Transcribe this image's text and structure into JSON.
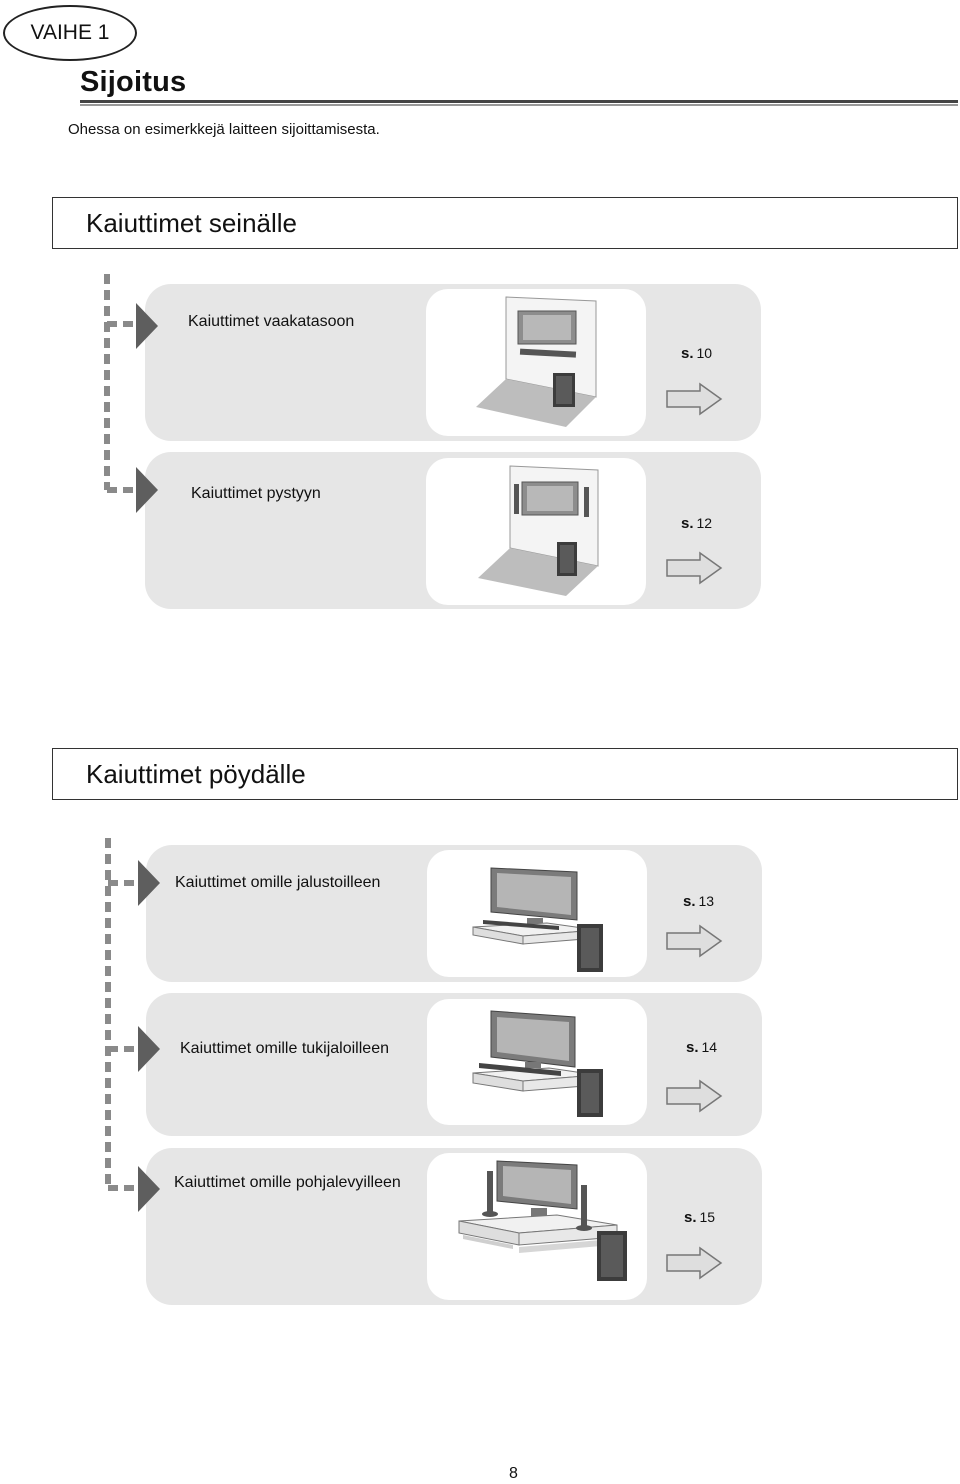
{
  "header": {
    "step_badge": "VAIHE 1",
    "title": "Sijoitus",
    "intro": "Ohessa on esimerkkejä laitteen sijoittamisesta."
  },
  "sections": [
    {
      "heading": "Kaiuttimet seinälle",
      "options": [
        {
          "label": "Kaiuttimet vaakatasoon",
          "page_prefix": "s.",
          "page": "10"
        },
        {
          "label": "Kaiuttimet pystyyn",
          "page_prefix": "s.",
          "page": "12"
        }
      ]
    },
    {
      "heading": "Kaiuttimet pöydälle",
      "options": [
        {
          "label": "Kaiuttimet omille jalustoilleen",
          "page_prefix": "s.",
          "page": "13"
        },
        {
          "label": "Kaiuttimet omille tukijaloilleen",
          "page_prefix": "s.",
          "page": "14"
        },
        {
          "label": "Kaiuttimet omille pohjalevyilleen",
          "page_prefix": "s.",
          "page": "15"
        }
      ]
    }
  ],
  "footer": {
    "page_number": "8"
  }
}
